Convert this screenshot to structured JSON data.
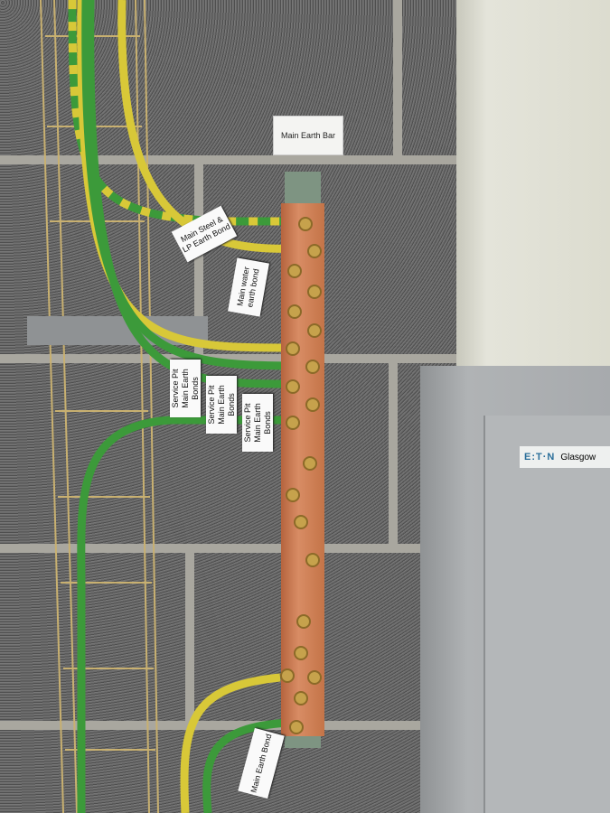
{
  "sign": {
    "label": "Main Earth Bar"
  },
  "tags": {
    "steel": "Main Steel & LP Earth Bond",
    "water": "Main water earth bond",
    "pit1": "Service Pit Main Earth Bonds",
    "pit2": "Service Pit Main Earth Bonds",
    "pit3": "Service Pit Main Earth Bonds",
    "main": "Main Earth Bond"
  },
  "cabinet": {
    "brand": "E:T·N",
    "location": "Glasgow"
  },
  "colors": {
    "copper": "#c87850",
    "cable_green": "#3c9a3a",
    "cable_yellow": "#d8c838",
    "tray": "#c8b070"
  }
}
